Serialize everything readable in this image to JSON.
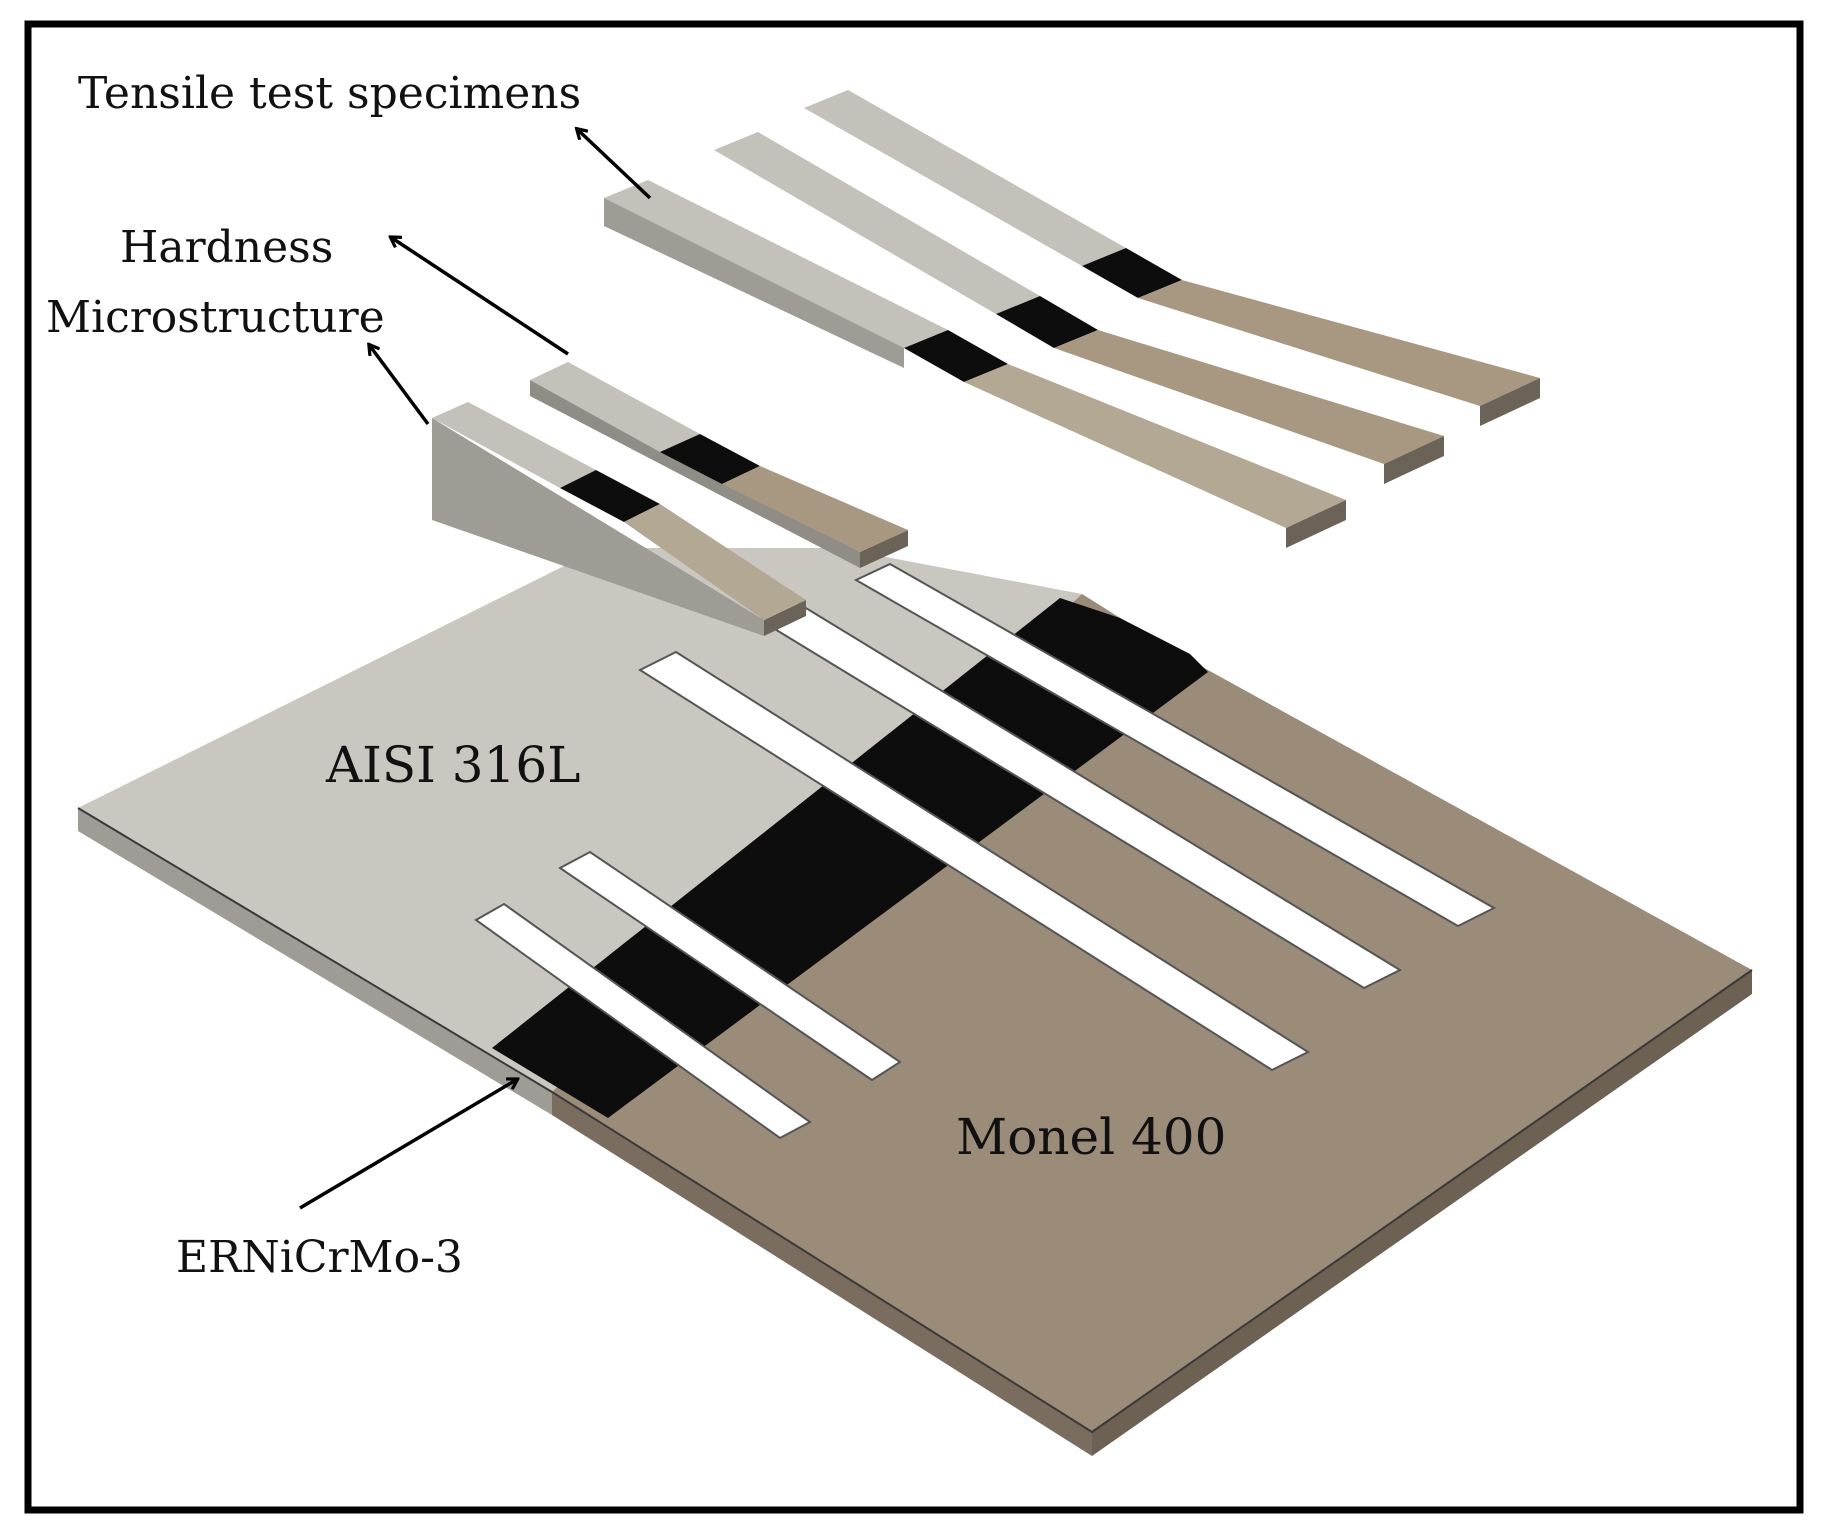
{
  "labels": {
    "tensile": "Tensile test specimens",
    "hardness": "Hardness",
    "microstructure": "Microstructure",
    "base_left": "AISI 316L",
    "base_right": "Monel 400",
    "filler": "ERNiCrMo-3"
  },
  "colors": {
    "steel": "#c9c7bf",
    "steel_side": "#9e9c95",
    "monel": "#9b8b79",
    "monel_side": "#7a6d5f",
    "weld": "#0d0d0d",
    "frame": "#000000"
  }
}
